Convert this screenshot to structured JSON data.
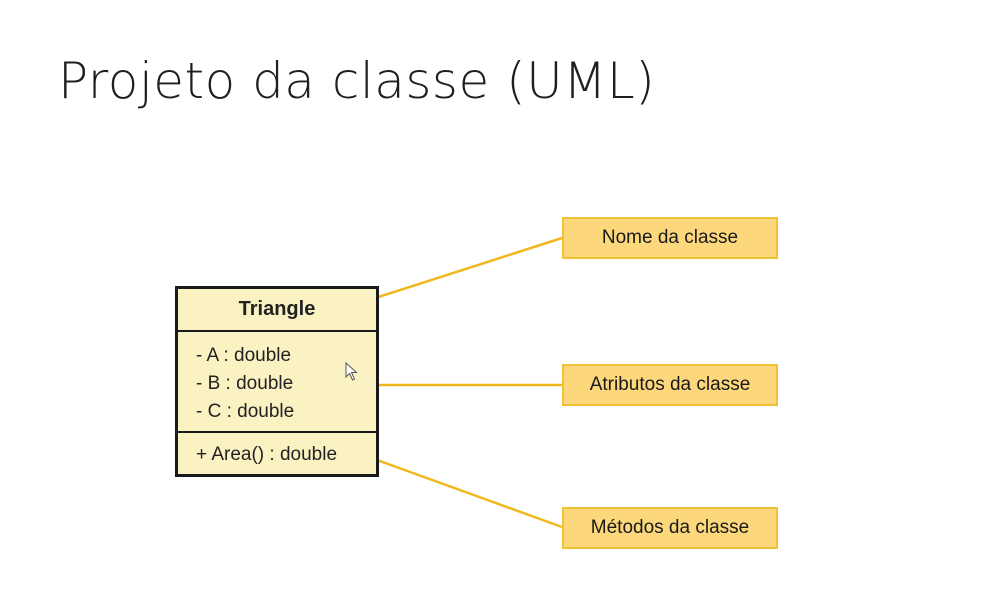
{
  "slide": {
    "title": "Projeto da classe (UML)"
  },
  "uml_class": {
    "name": "Triangle",
    "attributes": [
      "- A : double",
      "- B : double",
      "- C : double"
    ],
    "methods": [
      "+ Area() : double"
    ]
  },
  "labels": {
    "class_name": "Nome da classe",
    "attributes": "Atributos da classe",
    "methods": "Métodos da classe"
  },
  "colors": {
    "class_fill": "#fbf2c3",
    "label_fill": "#fdd77c",
    "arrow": "#f0b81c"
  }
}
